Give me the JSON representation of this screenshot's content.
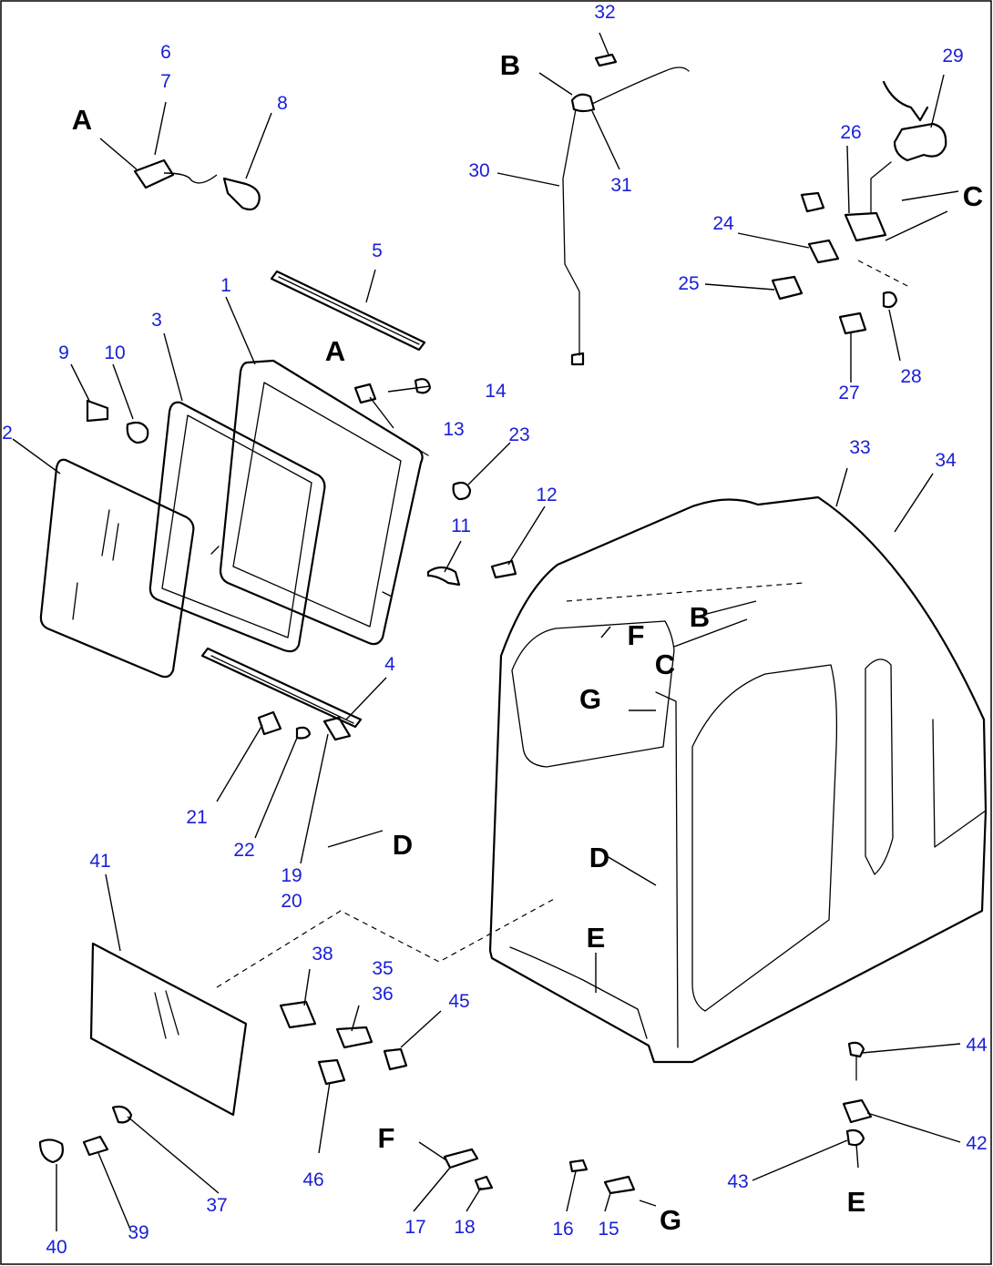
{
  "part_numbers": [
    "1",
    "2",
    "3",
    "4",
    "5",
    "6",
    "7",
    "8",
    "9",
    "10",
    "11",
    "12",
    "13",
    "14",
    "15",
    "16",
    "17",
    "18",
    "19",
    "20",
    "21",
    "22",
    "23",
    "24",
    "25",
    "26",
    "27",
    "28",
    "29",
    "30",
    "31",
    "32",
    "33",
    "34",
    "35",
    "36",
    "37",
    "38",
    "39",
    "40",
    "41",
    "42",
    "43",
    "44",
    "45",
    "46"
  ],
  "reference_letters": [
    "A",
    "B",
    "C",
    "D",
    "E",
    "F",
    "G"
  ]
}
